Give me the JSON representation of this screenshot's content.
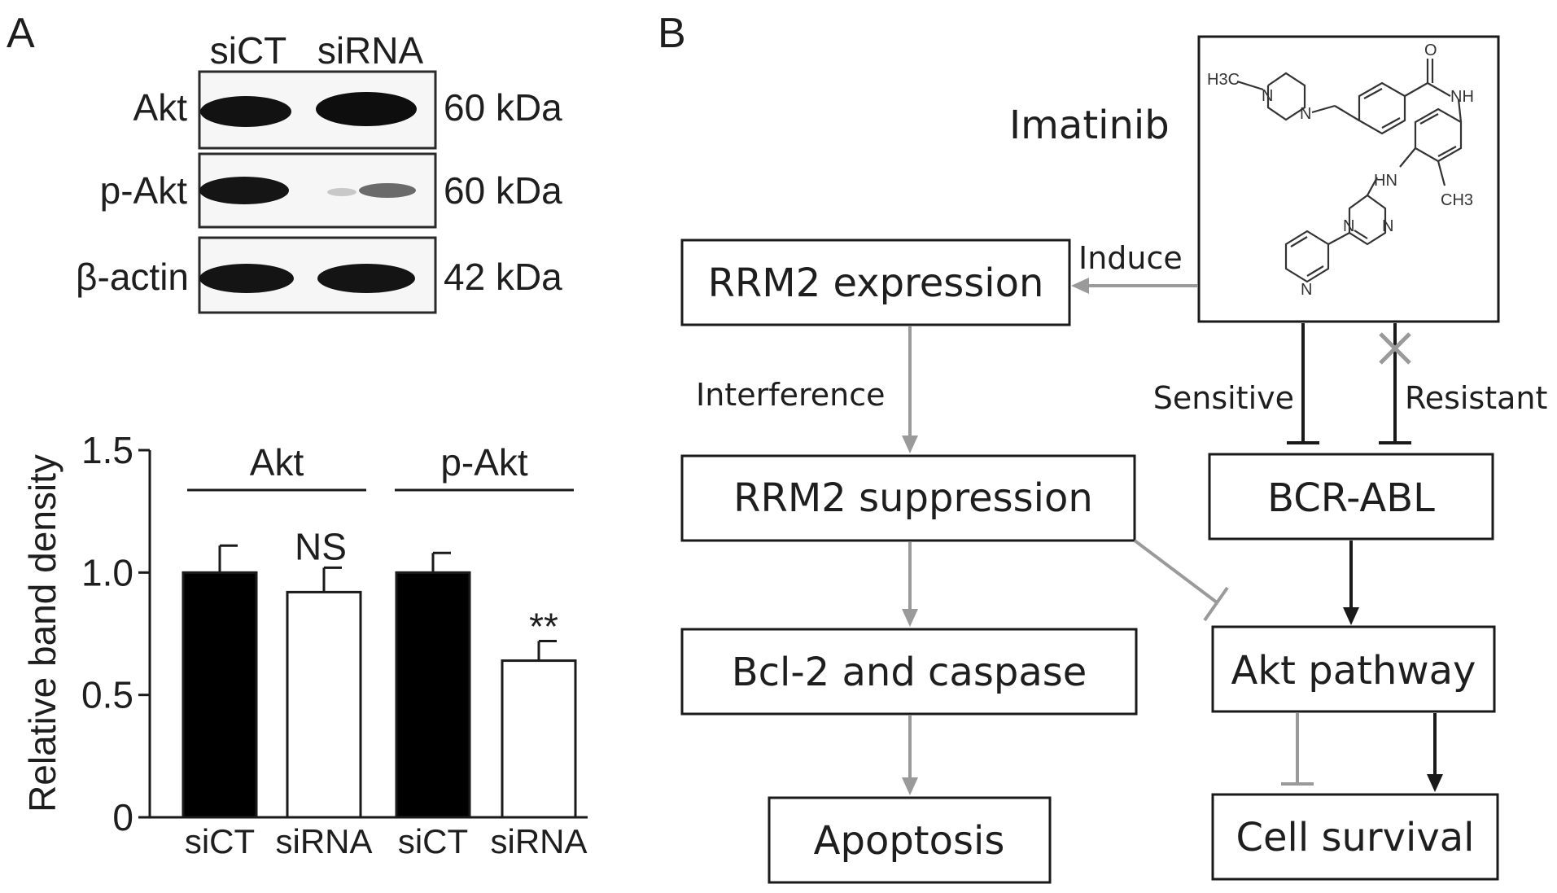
{
  "panel_a": {
    "label": "A",
    "blot": {
      "lane_labels": [
        "siCT",
        "siRNA"
      ],
      "rows": [
        {
          "name": "Akt",
          "size": "60 kDa"
        },
        {
          "name": "p-Akt",
          "size": "60 kDa"
        },
        {
          "name": "β-actin",
          "size": "42 kDa"
        }
      ]
    },
    "chart": {
      "ylabel": "Relative band density",
      "yticks": [
        "0",
        "0.5",
        "1.0",
        "1.5"
      ],
      "groups": [
        "Akt",
        "p-Akt"
      ],
      "annotations": {
        "ns": "NS",
        "sig": "**"
      }
    }
  },
  "chart_data": {
    "type": "bar",
    "categories": [
      "siCT",
      "siRNA",
      "siCT",
      "siRNA"
    ],
    "groups": [
      "Akt",
      "p-Akt"
    ],
    "values": [
      1.0,
      0.92,
      1.0,
      0.64
    ],
    "errors": [
      0.11,
      0.1,
      0.08,
      0.08
    ],
    "fill_colors": [
      "#000000",
      "#ffffff",
      "#000000",
      "#ffffff"
    ],
    "annotations": [
      "",
      "NS",
      "",
      "**"
    ],
    "ylabel": "Relative band density",
    "ylim": [
      0,
      1.5
    ]
  },
  "panel_b": {
    "label": "B",
    "drug": {
      "name": "Imatinib",
      "atoms": {
        "h3c": "H3C",
        "n1": "N",
        "n2": "N",
        "o": "O",
        "nh1": "NH",
        "hn": "HN",
        "ch3": "CH3",
        "n3": "N",
        "n4": "N",
        "n5": "N"
      }
    },
    "nodes": {
      "rrm2_expression": "RRM2 expression",
      "rrm2_suppression": "RRM2 suppression",
      "bcl2": "Bcl-2 and caspase",
      "apoptosis": "Apoptosis",
      "bcr_abl": "BCR-ABL",
      "akt_pathway": "Akt pathway",
      "cell_survival": "Cell survival"
    },
    "edge_labels": {
      "induce": "Induce",
      "interference": "Interference",
      "sensitive": "Sensitive",
      "resistant": "Resistant"
    },
    "colors": {
      "activating": "#000000",
      "rrm2_path": "#9a9a9a"
    }
  }
}
